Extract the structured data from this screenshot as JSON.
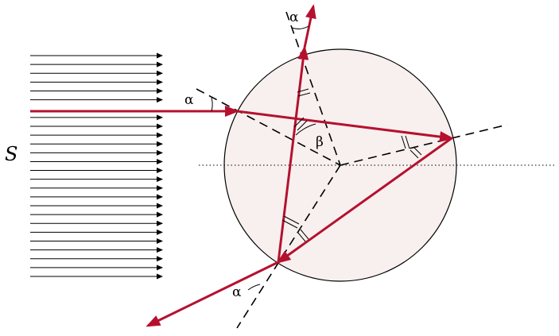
{
  "labels": {
    "source": "S",
    "alpha_top": "α",
    "alpha_left": "α",
    "alpha_bottom": "α",
    "beta": "β"
  },
  "colors": {
    "ray": "#b5112f",
    "droplet_fill": "#f7f0ef",
    "line": "#000000"
  },
  "incident_ray_count": 26
}
